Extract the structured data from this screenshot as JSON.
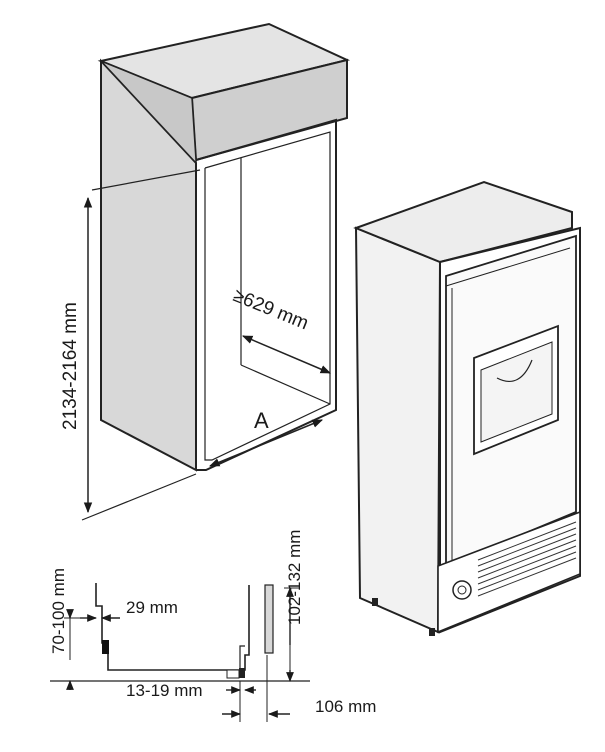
{
  "dimensions": {
    "niche_height": "2134-2164 mm",
    "niche_depth": "≥629 mm",
    "niche_width_label": "A",
    "plinth_height": "70-100 mm",
    "plinth_offset": "29 mm",
    "door_gap": "13-19 mm",
    "vent_height": "102-132 mm",
    "vent_depth": "106 mm"
  }
}
